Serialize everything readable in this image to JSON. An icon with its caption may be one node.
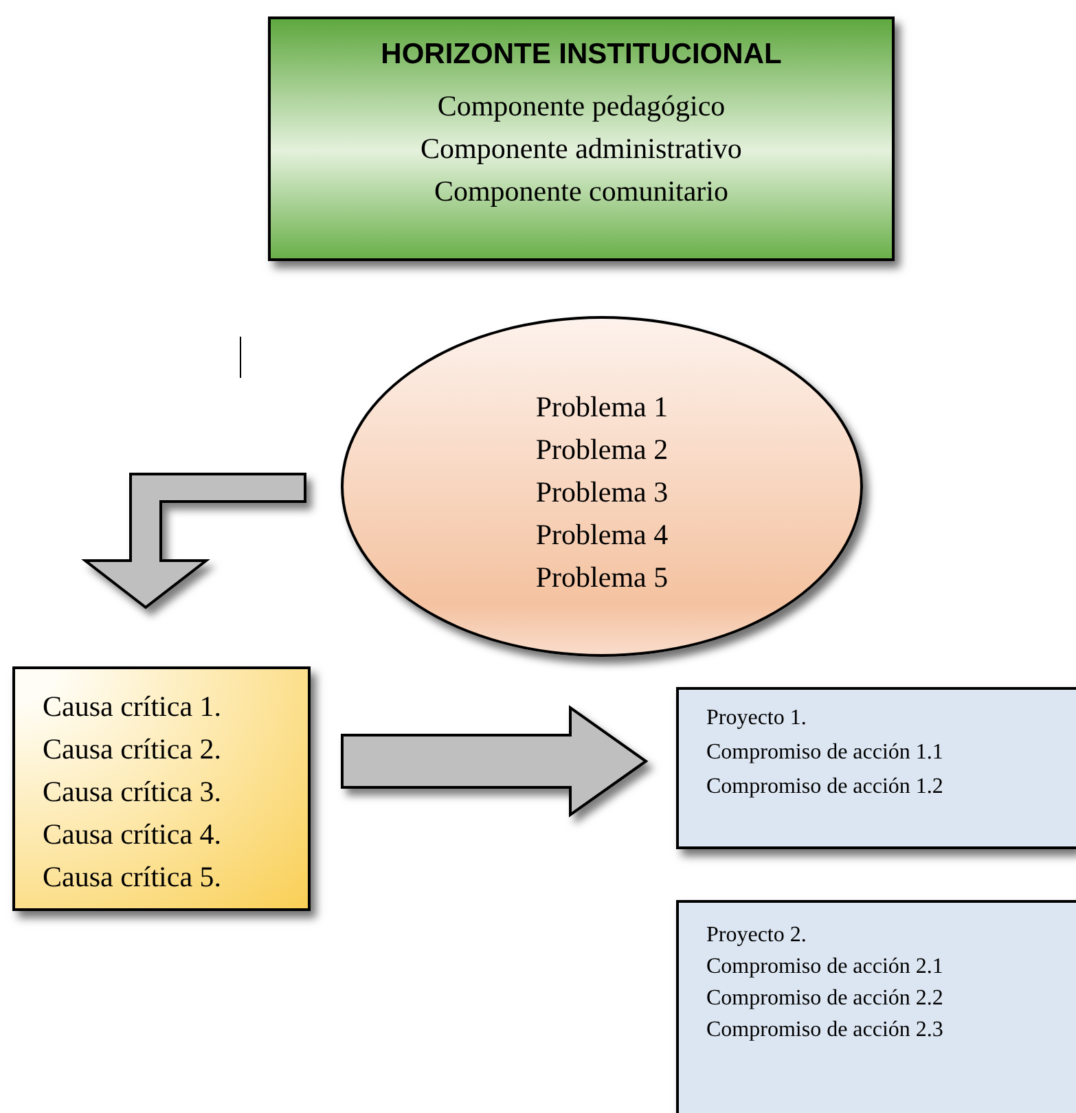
{
  "diagram": {
    "nodes": [
      {
        "text": [
          "HORIZONTE INSTITUCIONAL",
          "Componente pedagógico",
          "Componente administrativo",
          "Componente comunitario"
        ]
      },
      {
        "text": [
          "Problema 1",
          "Problema 2",
          "Problema 3",
          "Problema 4",
          "Problema 5"
        ]
      },
      {
        "text": [
          "Causa crítica 1.",
          "Causa crítica 2.",
          "Causa crítica 3.",
          "Causa crítica 4.",
          "Causa crítica 5."
        ]
      },
      {
        "text": [
          "Proyecto 1.",
          "Compromiso de acción 1.1",
          "Compromiso de acción 1.2"
        ]
      },
      {
        "text": [
          "Proyecto 2.",
          "Compromiso de acción 2.1",
          "Compromiso de acción 2.2",
          "Compromiso de acción 2.3"
        ]
      }
    ],
    "edges": [
      {
        "from": 1,
        "to": 2,
        "arrow": "to"
      },
      {
        "from": 2,
        "to": 3,
        "arrow": "to"
      }
    ]
  }
}
